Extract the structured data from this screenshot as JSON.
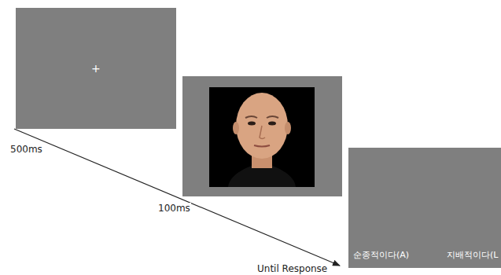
{
  "diagram": {
    "nodes": [
      {
        "text": [
          "+"
        ]
      },
      {
        "text": [
          "순종적이다(A)",
          "지배적이다(L"
        ]
      }
    ],
    "labels": [
      "500ms",
      "100ms",
      "Until Response"
    ]
  }
}
